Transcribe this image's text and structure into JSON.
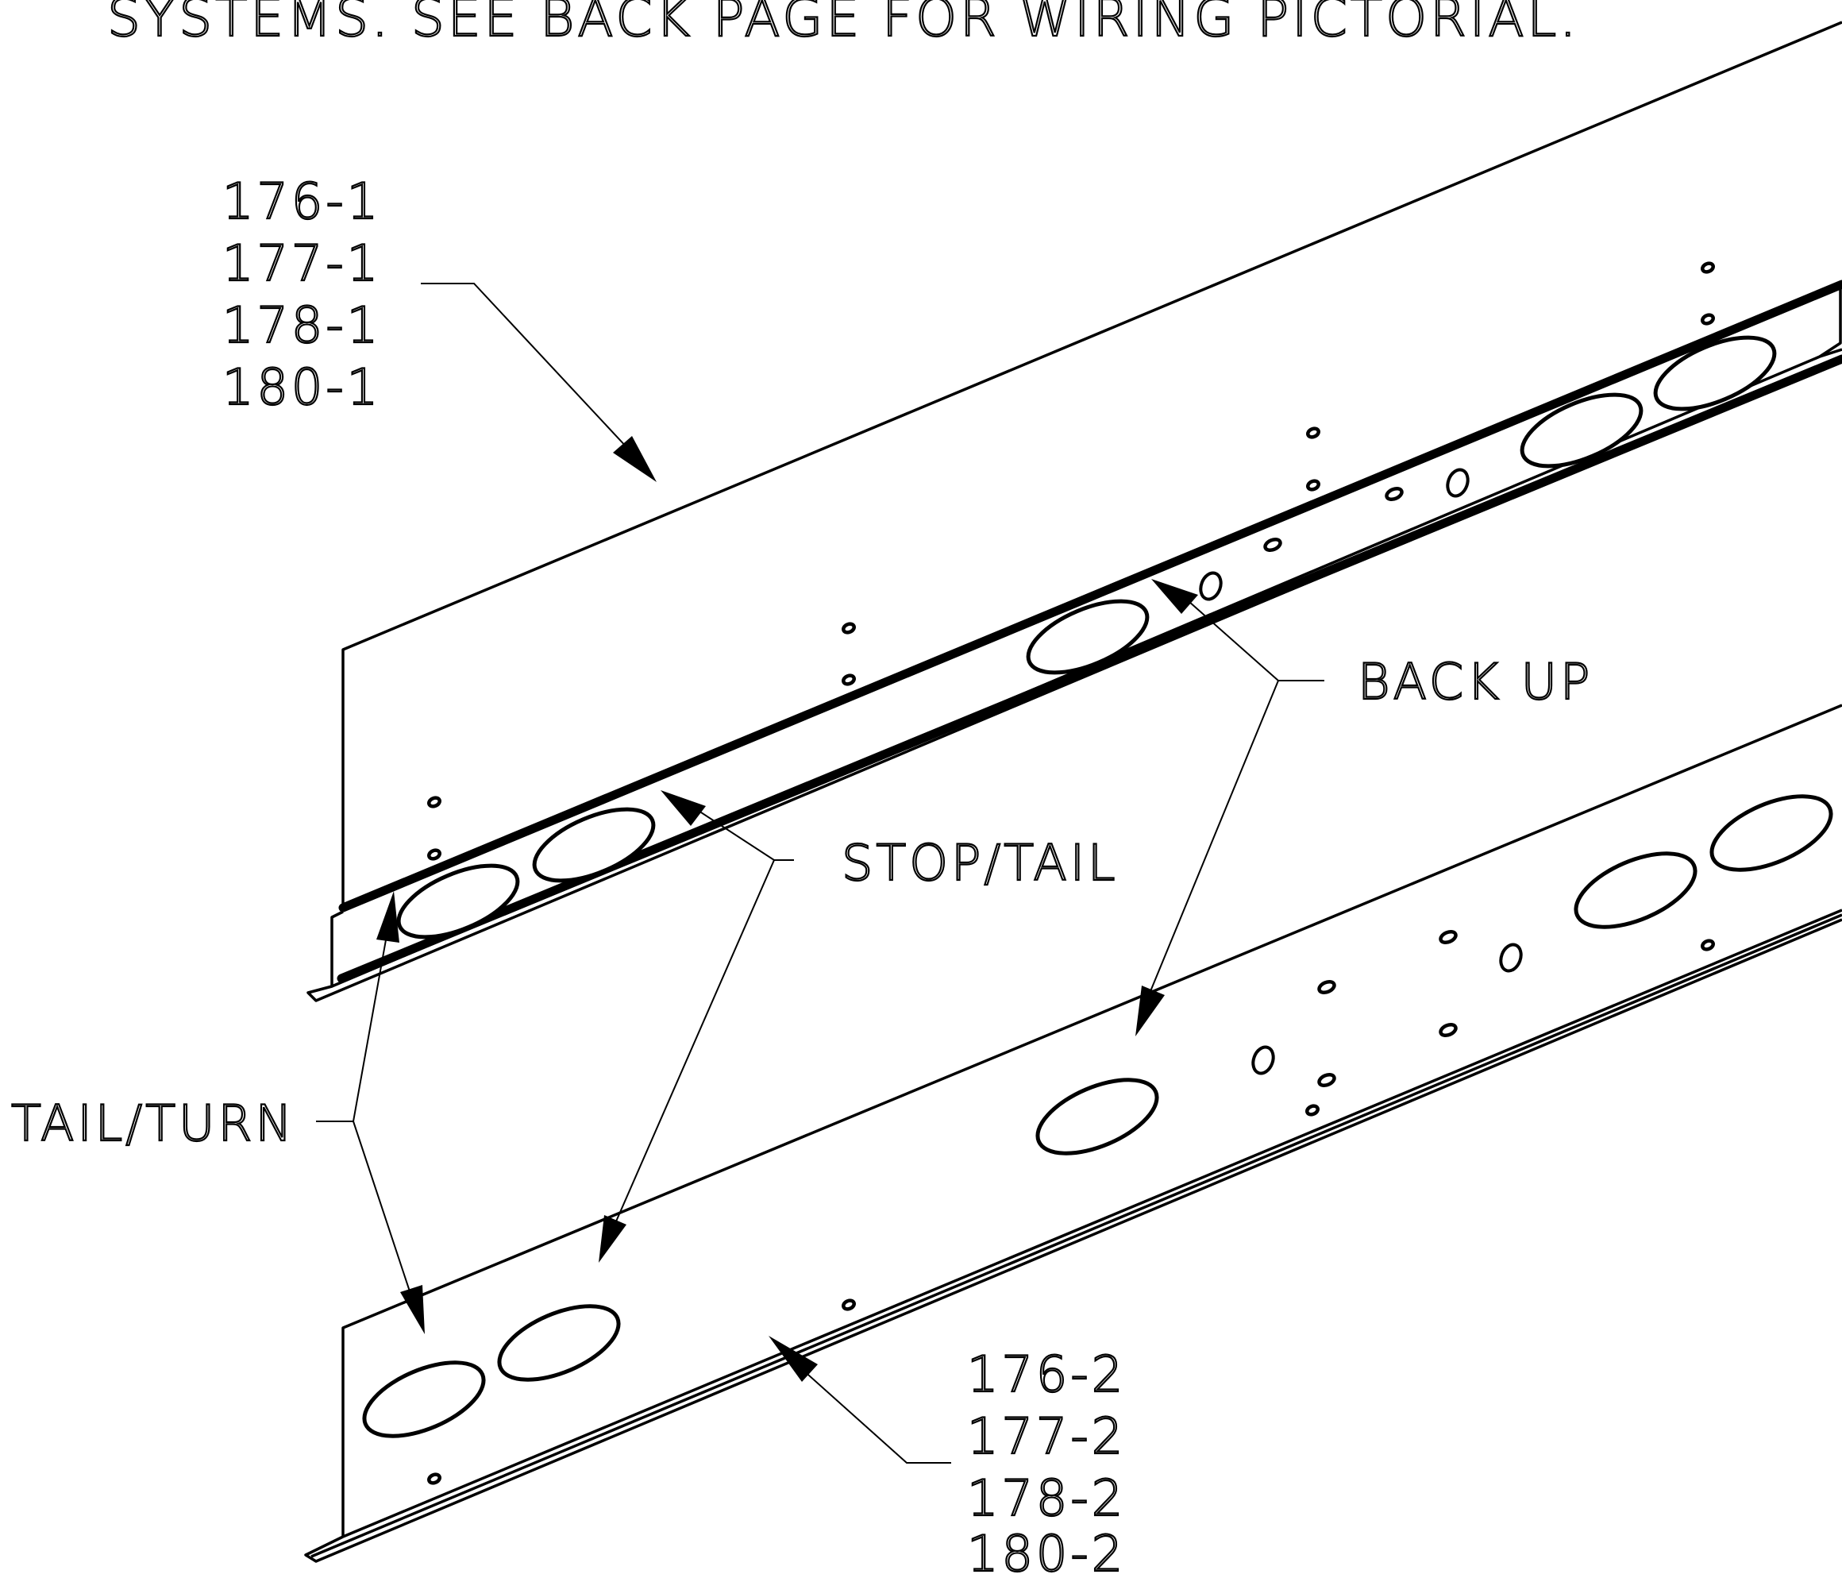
{
  "header_note": "SYSTEMS. SEE BACK PAGE FOR WIRING PICTORIAL.",
  "labels": {
    "upper_parts": [
      "176-1",
      "177-1",
      "178-1",
      "180-1"
    ],
    "lower_parts": [
      "176-2",
      "177-2",
      "178-2",
      "180-2"
    ],
    "back_up": "BACK UP",
    "stop_tail": "STOP/TAIL",
    "tail_turn": "TAIL/TURN"
  }
}
